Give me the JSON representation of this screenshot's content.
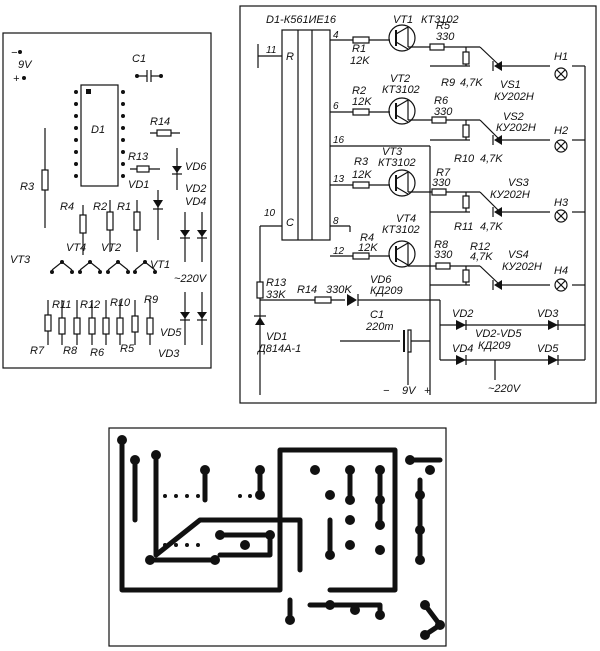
{
  "layout_panel": {
    "power_label": "9V",
    "minus": "−",
    "plus": "+",
    "parts": [
      "C1",
      "D1",
      "R14",
      "R13",
      "R3",
      "VD6",
      "VD1",
      "VD2",
      "VD4",
      "R4",
      "R2",
      "R1",
      "VT3",
      "VT4",
      "VT2",
      "VT1",
      "~220V",
      "R11",
      "R12",
      "R10",
      "R9",
      "R7",
      "R8",
      "R6",
      "R5",
      "VD5",
      "VD3"
    ]
  },
  "schematic": {
    "ic_label": "D1-К561ИЕ16",
    "ic_pins": [
      "11",
      "R",
      "4",
      "6",
      "16",
      "13",
      "8",
      "10",
      "C",
      "12"
    ],
    "transistors": [
      {
        "name": "VT1",
        "type": "КТ3102"
      },
      {
        "name": "VT2",
        "type": "КТ3102"
      },
      {
        "name": "VT3",
        "type": "КТ3102"
      },
      {
        "name": "VT4",
        "type": "КТ3102"
      }
    ],
    "resistors_base": [
      {
        "name": "R1",
        "value": "12K"
      },
      {
        "name": "R2",
        "value": "12K"
      },
      {
        "name": "R3",
        "value": "12K"
      },
      {
        "name": "R4",
        "value": "12K"
      }
    ],
    "resistors_collector": [
      {
        "name": "R5",
        "value": "330"
      },
      {
        "name": "R6",
        "value": "330"
      },
      {
        "name": "R7",
        "value": "330"
      },
      {
        "name": "R8",
        "value": "330"
      }
    ],
    "resistors_gate": [
      {
        "name": "R9",
        "value": "4,7K"
      },
      {
        "name": "R10",
        "value": "4,7K"
      },
      {
        "name": "R11",
        "value": "4,7K"
      },
      {
        "name": "R12",
        "value": "4,7K"
      }
    ],
    "thyristors": [
      {
        "name": "VS1",
        "type": "КУ202Н"
      },
      {
        "name": "VS2",
        "type": "КУ202Н"
      },
      {
        "name": "VS3",
        "type": "КУ202Н"
      },
      {
        "name": "VS4",
        "type": "КУ202Н"
      }
    ],
    "lamps": [
      "H1",
      "H2",
      "H3",
      "H4"
    ],
    "r13": {
      "name": "R13",
      "value": "33K"
    },
    "r14": {
      "name": "R14",
      "value": "330K"
    },
    "vd6": {
      "name": "VD6",
      "type": "КД209"
    },
    "vd1": {
      "name": "VD1",
      "type": "Д814А-1"
    },
    "c1": {
      "name": "C1",
      "value": "220m"
    },
    "bridge": {
      "d2": "VD2",
      "d3": "VD3",
      "d4": "VD4",
      "d5": "VD5",
      "range": "VD2-VD5",
      "type": "КД209"
    },
    "supply": {
      "minus": "−",
      "voltage": "9V",
      "plus": "+",
      "mains": "~220V"
    }
  }
}
